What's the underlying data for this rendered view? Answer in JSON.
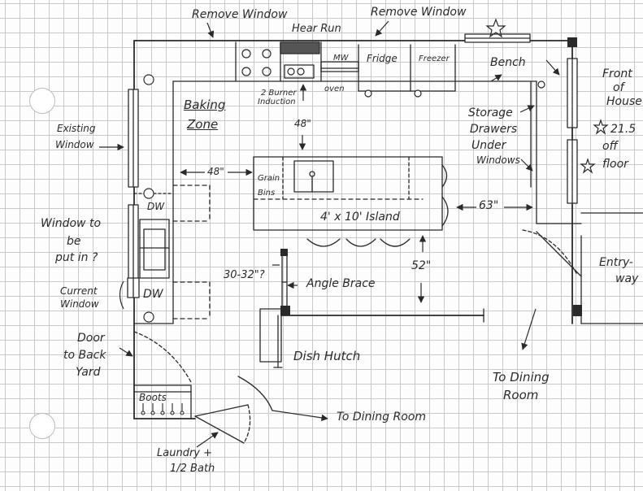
{
  "labels": {
    "remove_window_left": "Remove Window",
    "remove_window_right": "Remove Window",
    "hear_run": "Hear Run",
    "mw": "MW",
    "fridge": "Fridge",
    "freezer": "Freezer",
    "oven": "oven",
    "burner_line1": "2 Burner",
    "burner_line2": "Induction",
    "bench": "Bench",
    "front_line1": "Front",
    "front_line2": "of",
    "front_line3": "House",
    "height_line1": "21.5",
    "height_line2": "off",
    "height_line3": "floor",
    "baking_line1": "Baking",
    "baking_line2": "Zone",
    "storage_line1": "Storage",
    "storage_line2": "Drawers",
    "storage_line3": "Under",
    "storage_line4": "Windows",
    "existing_line1": "Existing",
    "existing_line2": "Window",
    "dim_48_top": "48\"",
    "dim_48_left": "48\"",
    "grain_line1": "Grain",
    "grain_line2": "Bins",
    "island": "4' x 10' Island",
    "dim_63": "63\"",
    "dw_top": "DW",
    "dw_bottom": "DW",
    "window_to_line1": "Window to",
    "window_to_line2": "be",
    "window_to_line3": "put in ?",
    "current_line1": "Current",
    "current_line2": "Window",
    "entry_line1": "Entry-",
    "entry_line2": "way",
    "dim_30_32": "30-32\"?",
    "angle_brace": "Angle Brace",
    "dim_52": "52\"",
    "door_line1": "Door",
    "door_line2": "to Back",
    "door_line3": "Yard",
    "dish_hutch": "Dish Hutch",
    "to_dining_line1": "To Dining",
    "to_dining_line2": "Room",
    "boots": "Boots",
    "to_dining_room": "To Dining Room",
    "laundry_line1": "Laundry +",
    "laundry_line2": "1/2 Bath"
  },
  "icons": {
    "star": "star-icon",
    "arrow": "arrow-icon"
  },
  "colors": {
    "ink": "#2a2a2a",
    "grid": "#c9c9c9",
    "paper": "#fdfdfd"
  }
}
